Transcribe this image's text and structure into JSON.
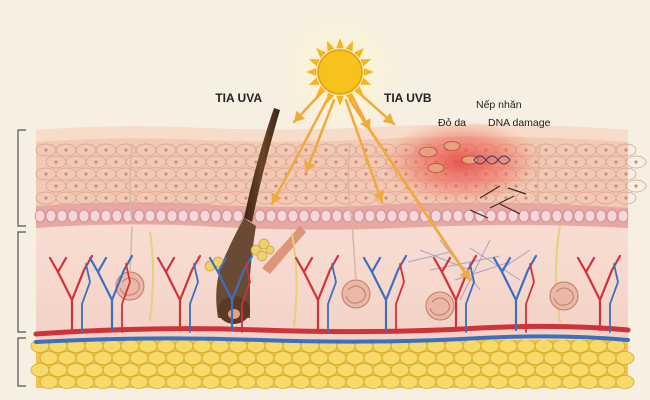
{
  "labels": {
    "uva": "TIA UVA",
    "uvb": "TIA UVB",
    "redness": "Đỏ da",
    "wrinkles": "Nếp nhăn",
    "dna_damage": "DNA damage"
  },
  "icons": {
    "sun": "sun-icon"
  },
  "colors": {
    "background": "#f6efe2",
    "ray": "#f2a93b",
    "sun": "#f7c21c",
    "epidermis": "#f0c6b0",
    "dermis": "#f6d9cf",
    "fat": "#f3cf55",
    "artery": "#d0323a",
    "vein": "#3c6fc0",
    "hair": "#4a2e1c",
    "redness": "#e8403f"
  }
}
